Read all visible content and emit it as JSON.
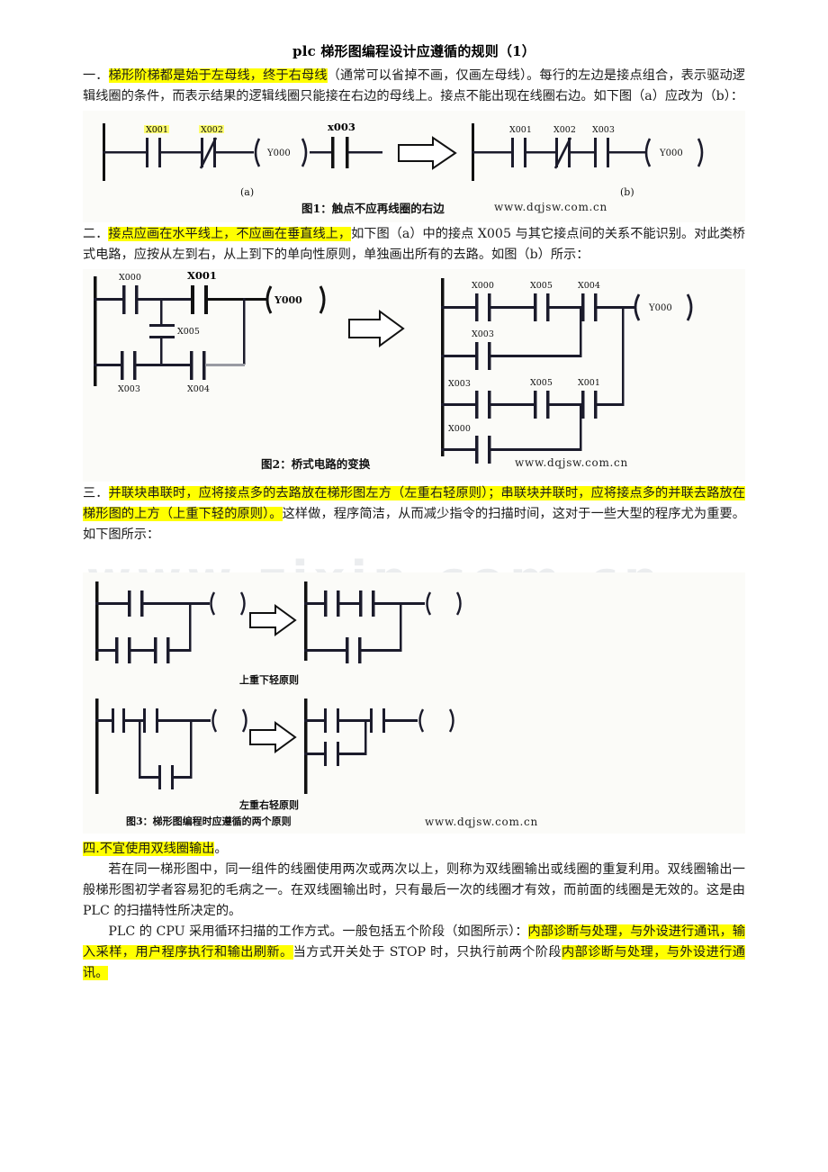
{
  "document": {
    "title": "plc 梯形图编程设计应遵循的规则（1）"
  },
  "sections": [
    {
      "number": "一．",
      "highlight": "梯形阶梯都是始于左母线，终于右母线",
      "rest": "（通常可以省掉不画，仅画左母线）。每行的左边是接点组合，表示驱动逻辑线圈的条件，而表示结果的逻辑线圈只能接在右边的母线上。接点不能出现在线圈右边。如下图（a）应改为（b）："
    },
    {
      "number": "二．",
      "highlight": "接点应画在水平线上，不应画在垂直线上，",
      "rest": "如下图（a）中的接点 X005 与其它接点间的关系不能识别。对此类桥式电路，应按从左到右，从上到下的单向性原则，单独画出所有的去路。如图（b）所示："
    },
    {
      "number": "三．",
      "highlight": "并联块串联时，应将接点多的去路放在梯形图左方（左重右轻原则）；串联块并联时，应将接点多的并联去路放在梯形图的上方（上重下轻的原则）。",
      "rest": "这样做，程序简洁，从而减少指令的扫描时间，这对于一些大型的程序尤为重要。如下图所示："
    },
    {
      "number": "四.",
      "highlight": "不宜使用双线圈输出",
      "rest": "。"
    }
  ],
  "body_paragraphs": [
    "若在同一梯形图中，同一组件的线圈使用两次或两次以上，则称为双线圈输出或线圈的重复利用。双线圈输出一般梯形图初学者容易犯的毛病之一。在双线圈输出时，只有最后一次的线圈才有效，而前面的线圈是无效的。这是由 PLC 的扫描特性所决定的。"
  ],
  "last_paragraph": {
    "lead": "PLC 的 CPU 采用循环扫描的工作方式。一般包括五个阶段（如图所示）：",
    "highlight_1": "内部诊断与处理，与外设进行通讯，输入采样，用户程序执行和输出刷新。",
    "middle": "当方式开关处于 STOP 时，只执行前两个阶段",
    "highlight_2": "内部诊断与处理，与外设进行通讯。"
  },
  "watermarks": {
    "site": "www.dqjsw.com.cn",
    "big": "www.zixin.com.cn"
  },
  "figures": [
    {
      "id": "figure-1",
      "caption": "图1：触点不应再线圈的右边",
      "left_label": "(a)",
      "right_label": "(b)",
      "rung_a": {
        "contacts": [
          {
            "name": "X001",
            "type": "NO",
            "highlight": true
          },
          {
            "name": "X002",
            "type": "NC",
            "highlight": true
          }
        ],
        "coil": "Y000",
        "after_coil_contact": {
          "name": "x003",
          "type": "NO",
          "bold": true
        }
      },
      "rung_b": {
        "contacts": [
          {
            "name": "X001",
            "type": "NO"
          },
          {
            "name": "X002",
            "type": "NC"
          },
          {
            "name": "X003",
            "type": "NO"
          }
        ],
        "coil": "Y000"
      }
    },
    {
      "id": "figure-2",
      "caption": "图2：桥式电路的变换",
      "bridge": {
        "top_branch": [
          "X000",
          "X001"
        ],
        "bottom_branch": [
          "X003",
          "X004"
        ],
        "bridge_contact": "X005",
        "coil": "Y000"
      },
      "expanded": {
        "branches": [
          [
            "X000",
            "X005",
            "X004"
          ],
          [
            "X003"
          ],
          [
            "X003",
            "X005",
            "X001"
          ],
          [
            "X000"
          ]
        ],
        "coil": "Y000"
      }
    },
    {
      "id": "figure-3",
      "caption": "图3：梯形图编程时应遵循的两个原则",
      "principle_top": "上重下轻原则",
      "principle_bottom": "左重右轻原则"
    }
  ]
}
